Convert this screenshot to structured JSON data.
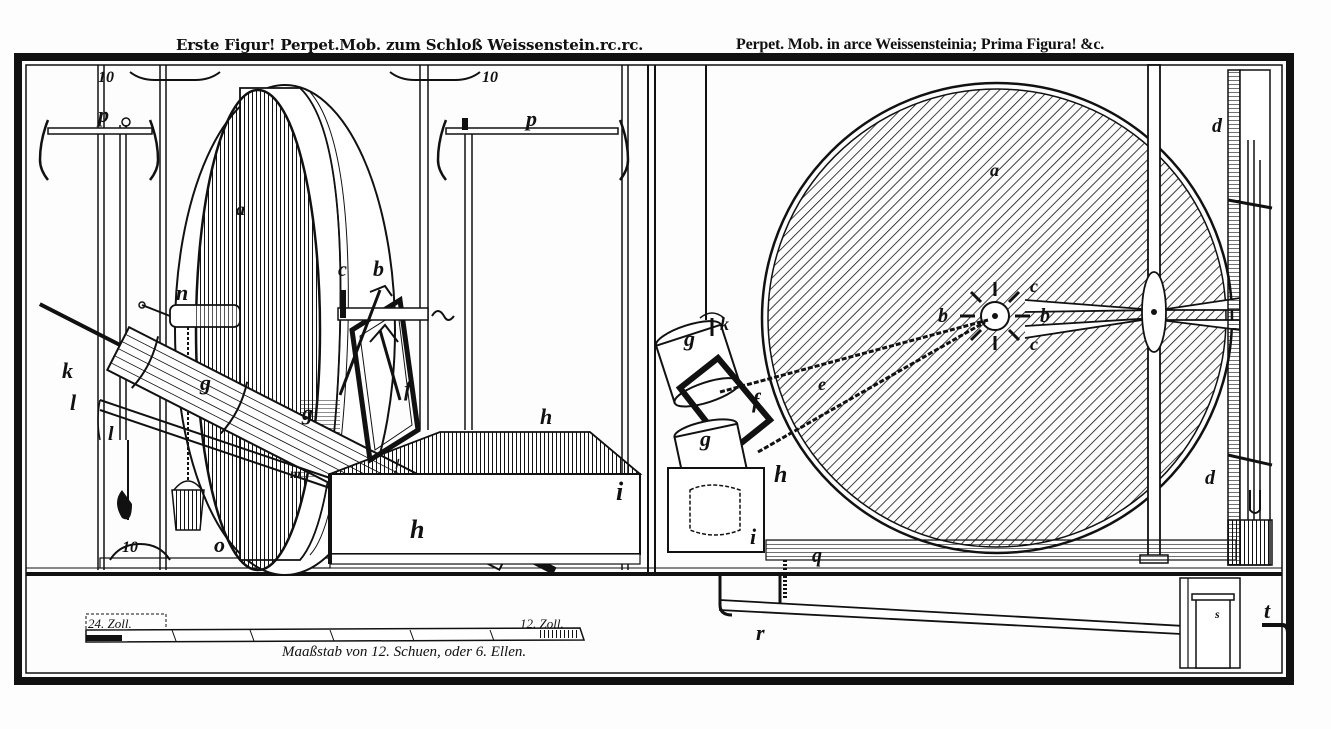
{
  "plate": {
    "caption_german": "Erste Figur! Perpet.Mob. zum Schloß Weissenstein.rc.rc.",
    "caption_latin": "Perpet. Mob. in arce Weissensteinia; Prima Figura! &c."
  },
  "scale_bar": {
    "left_label": "24. Zoll.",
    "right_label": "12. Zoll.",
    "caption": "Maaßstab von 12. Schuen, oder 6. Ellen."
  },
  "labels": {
    "left_wheel": "a",
    "frame_top_left": "10",
    "frame_top_mid": "10",
    "frame_bottom_left": "10",
    "rod_p_left": "p",
    "rod_p_mid": "p",
    "winch": "n",
    "bucket_o": "o",
    "screw_k": "k",
    "trough_l_upper": "l",
    "trough_l_lower": "l",
    "screw_g_1": "g",
    "screw_g_2": "g",
    "frame_f_left": "f",
    "crank_c_left": "c",
    "crank_b_left": "b",
    "tank_h_top": "h",
    "tank_h_front": "h",
    "tank_i": "i",
    "m_mark": "m",
    "big_wheel": "a",
    "hub_b_left": "b",
    "hub_b_right": "b",
    "hub_c_top": "c",
    "hub_c_bottom": "c",
    "rope_e": "e",
    "right_k": "k",
    "right_g_top": "g",
    "right_g_bottom": "g",
    "right_f": "f",
    "right_h": "h",
    "right_i": "i",
    "q": "q",
    "r": "r",
    "d_top": "d",
    "d_bottom": "d",
    "s": "s",
    "t": "t"
  },
  "colors": {
    "ink": "#111111",
    "paper": "#fdfdfd"
  }
}
